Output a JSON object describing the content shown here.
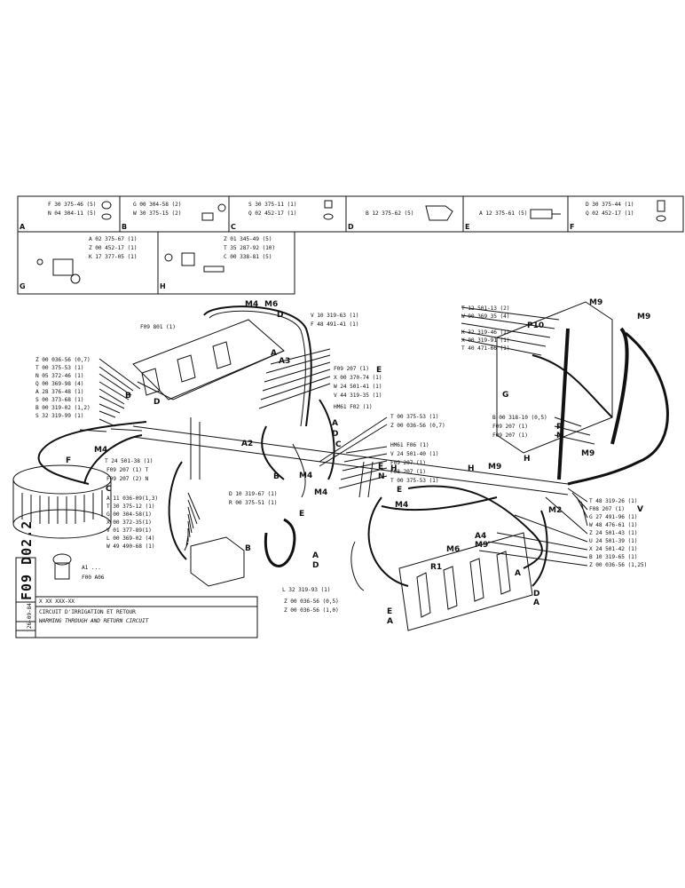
{
  "sheet_code": "F09  D02.2",
  "date": "26-09-84",
  "ref_pattern": "X  XX  XXX-XX",
  "title_fr": "CIRCUIT D'IRRIGATION ET RETOUR",
  "title_en": "WARMING THROUGH AND RETURN CIRCUIT",
  "legend_cells": [
    {
      "letter": "A",
      "lines": [
        "F 30 375-46 (5)",
        "N 04 304-11 (5)"
      ]
    },
    {
      "letter": "B",
      "lines": [
        "G 00 304-58 (2)",
        "W 30 375-15 (2)"
      ]
    },
    {
      "letter": "C",
      "lines": [
        "S 30 375-11 (1)",
        "Q 02 452-17 (1)"
      ]
    },
    {
      "letter": "D",
      "lines": [
        "B 12 375-62 (5)"
      ]
    },
    {
      "letter": "E",
      "lines": [
        "A 12 375-61 (5)"
      ]
    },
    {
      "letter": "F",
      "lines": [
        "D 30 375-44 (1)",
        "Q 02 452-17 (1)"
      ]
    },
    {
      "letter": "G",
      "lines": [
        "A 02 375-67 (1)",
        "Z 00 452-17 (1)",
        "K 17 377-05 (1)"
      ]
    },
    {
      "letter": "H",
      "lines": [
        "Z 01 345-49 (5)",
        "T 35 287-92 (10)",
        "C 00 338-81 (5)"
      ]
    }
  ],
  "callouts": {
    "f09_801": "F09  801 (1)",
    "z_036_07": "Z 00 036-56 (0,7)",
    "left_list": [
      "T 00 375-53 (1)",
      "N 05 372-46 (1)",
      "Q 00 369-98 (4)",
      "A 28 376-48 (1)",
      "S 00 373-68 (1)",
      "B 00 319-02 (1,2)",
      "S 32 319-99 (1)"
    ],
    "t24501": "T 24 501-38 (1)",
    "f09_207_t": "F09  207 (1) T",
    "f09_207_n": "F09  207 (2) N",
    "center_list": [
      "A 11 036-09(1,3)",
      "T 30 375-12 (1)",
      "G 00 304-58(1)",
      "X 00 372-35(1)",
      "V 01 377-89(1)",
      "L 00 369-02 (4)",
      "W 49 490-68 (1)"
    ],
    "a1": "A1 ...",
    "f00_a06": "F00  A06",
    "top_center": [
      "V 10 319-63 (1)",
      "F 48 491-41 (1)"
    ],
    "mid_center": [
      "F09  207 (1)",
      "X 00 370-74 (1)",
      "W 24 501-41 (1)",
      "V 44 319-35 (1)",
      "HM61  F02 (1)"
    ],
    "mid_right1": [
      "T 00 375-53 (1)",
      "Z 00 036-56 (0,7)"
    ],
    "mid_right2": [
      "HM61  F06 (1)",
      "V 24 501-40 (1)",
      "F09  207 (1)",
      "F08  207 (1)",
      "T 00 375-53 (1)"
    ],
    "d10_319": "D 10 319-67 (1)",
    "r00_375": "R 00 375-51 (1)",
    "l32_319": "L 32 319-93 (1)",
    "bottom_z": [
      "Z 00 036-56 (0,5)",
      "Z 00 036-56 (1,0)"
    ],
    "right_top": [
      "T 12 501-13 (2)",
      "W 00 369 35 (4)",
      "K 32 319-46 (1)",
      "X 00 319-91 (1)",
      "T 40 471-66 (1)"
    ],
    "right_mid": [
      "B 00 318-10 (0,5)",
      "F09  207 (1)",
      "F09  207 (1)"
    ],
    "right_bottom": [
      "T 48 319-26 (1)",
      "F08  207 (1)",
      "G 27 491-96 (1)",
      "W 48 476-61 (1)",
      "Z 24 501-43 (1)",
      "U 24 501-39 (1)",
      "X 24 501-42 (1)",
      "B 10 319-65 (1)",
      "Z 00 036-56 (1,25)"
    ]
  },
  "diagram_labels": {
    "m4_top": "M4",
    "m6_top": "M6",
    "a_top": "A",
    "d_top": "D",
    "a3": "A3",
    "e_mid": "E",
    "m9_r1": "M9",
    "m9_r2": "M9",
    "p10": "P10",
    "g_right": "G",
    "p_right": "P",
    "m_right": "M",
    "v_right": "V",
    "m9_r3": "M9",
    "h_r": "H",
    "h_r2": "H",
    "m9_mid": "M9",
    "m2": "M2",
    "a4": "A4",
    "m9_low": "M9",
    "m6_low": "M6",
    "r1": "R1",
    "a2": "A2",
    "m4_left": "M4",
    "f_left": "F",
    "c_left": "C",
    "d_left": "D",
    "b_left": "B",
    "m4_center": "M4",
    "e_center": "E",
    "h_center": "H",
    "e_low": "E",
    "m4_low": "M4",
    "a_low": "A",
    "d_low": "D",
    "e_b": "E",
    "a_b": "A",
    "b_center": "B",
    "a_r": "A",
    "d_r": "D",
    "a_r2": "A",
    "n_mid": "N",
    "e_mid2": "E",
    "c_mid": "C",
    "a_mid": "A",
    "d_mid": "D",
    "m4_mid": "M4",
    "b_low_left": "B"
  }
}
